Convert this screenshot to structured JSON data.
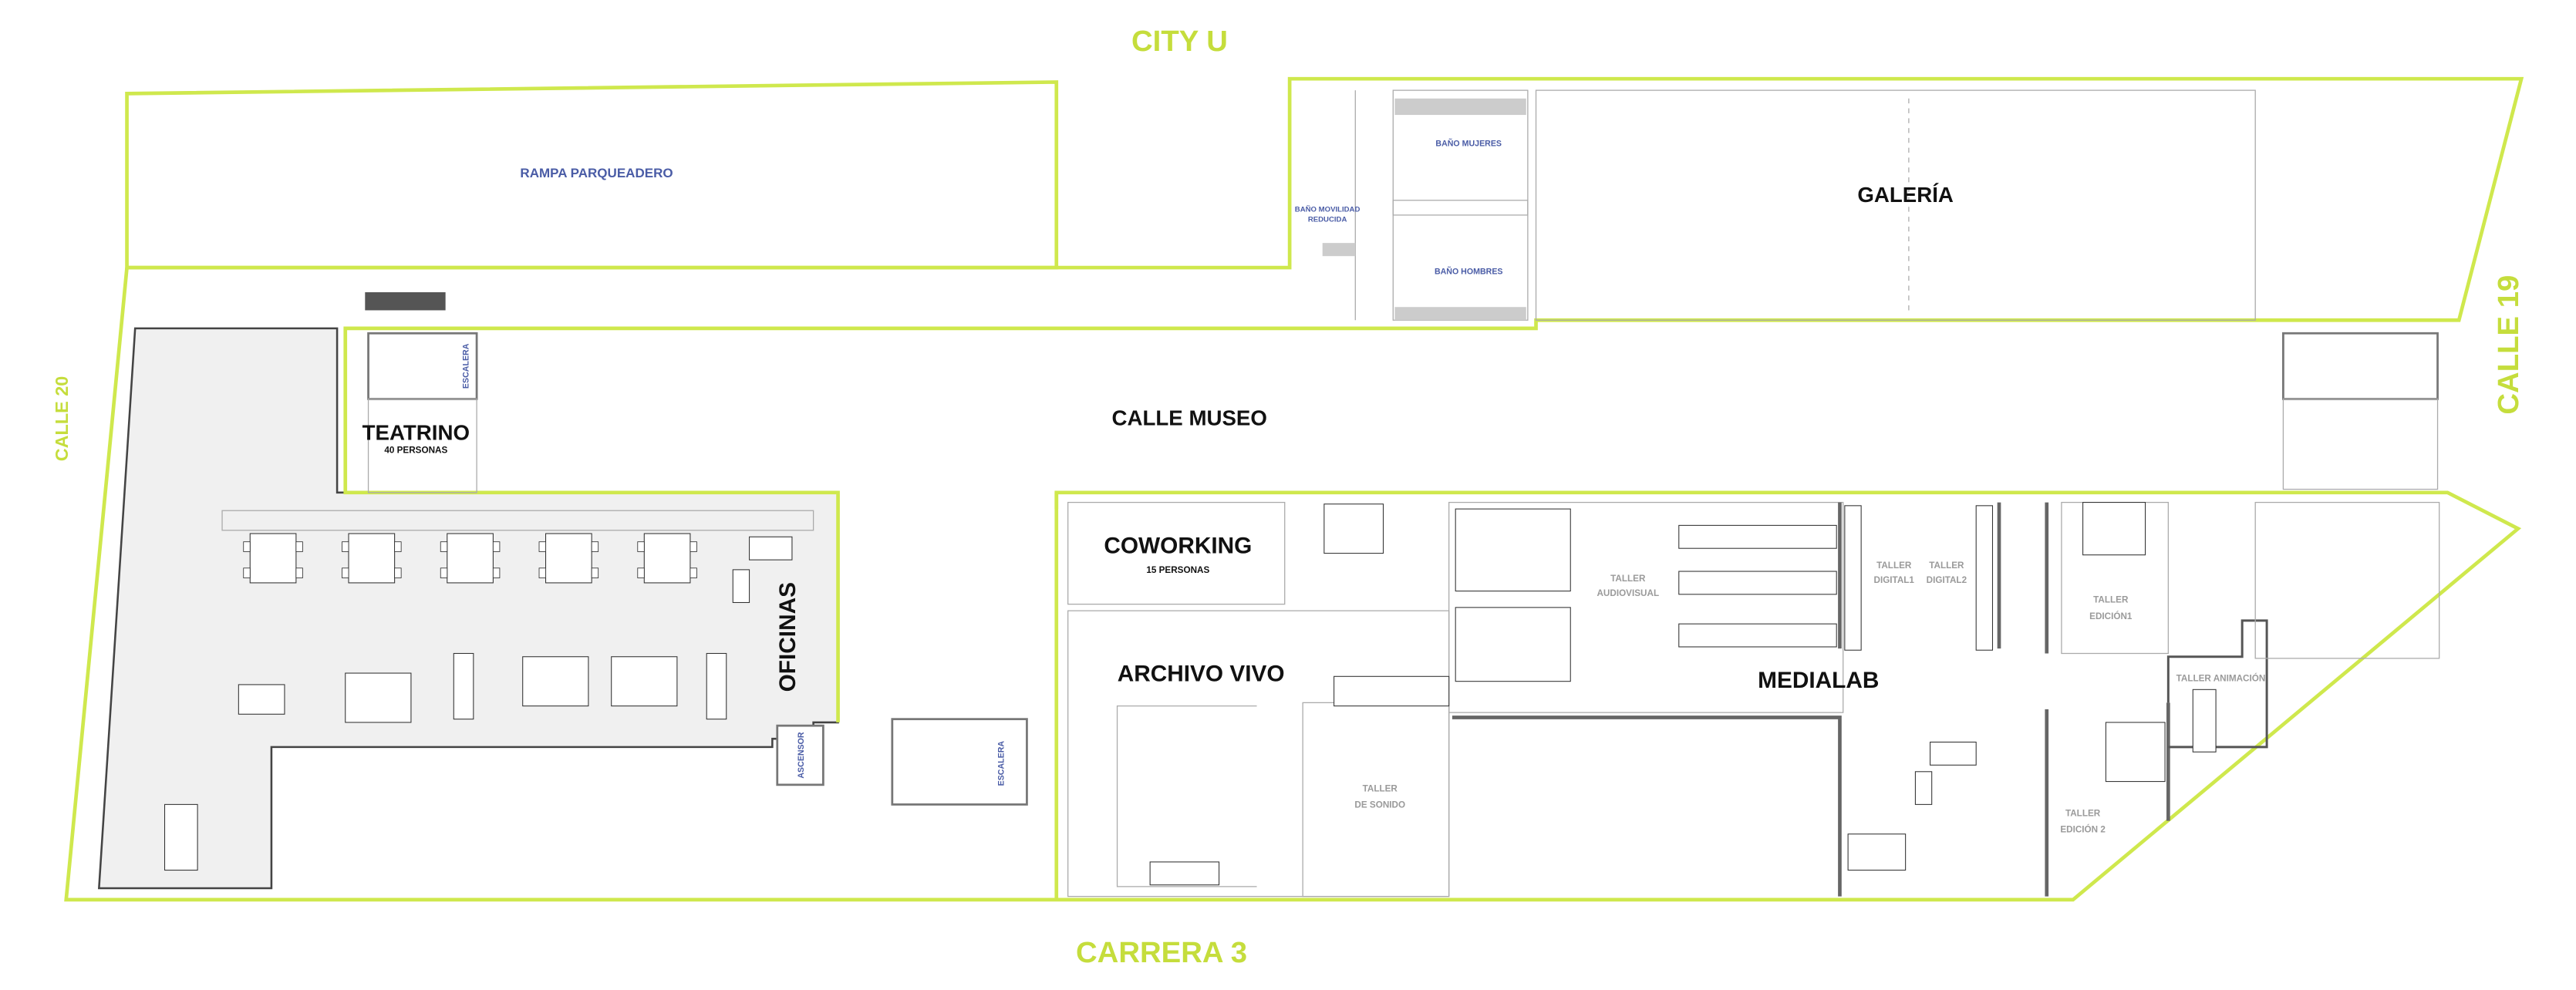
{
  "streets": {
    "north": "CITY U",
    "south": "CARRERA 3",
    "west": "CALLE 20",
    "east": "CALLE 19"
  },
  "areas": {
    "rampa": "RAMPA PARQUEADERO",
    "bano_mujeres": "BAÑO MUJERES",
    "bano_hombres": "BAÑO HOMBRES",
    "bano_movilidad_1": "BAÑO MOVILIDAD",
    "bano_movilidad_2": "REDUCIDA",
    "galeria": "GALERÍA",
    "calle_museo": "CALLE MUSEO",
    "teatrino": "TEATRINO",
    "teatrino_cap": "40 PERSONAS",
    "escalera": "ESCALERA",
    "oficinas": "OFICINAS",
    "ascensor": "ASCENSOR",
    "coworking": "COWORKING",
    "coworking_cap": "15 PERSONAS",
    "archivo_vivo": "ARCHIVO VIVO",
    "taller_sonido_1": "TALLER",
    "taller_sonido_2": "DE SONIDO",
    "taller_audiovisual_1": "TALLER",
    "taller_audiovisual_2": "AUDIOVISUAL",
    "taller_digital1_1": "TALLER",
    "taller_digital1_2": "DIGITAL1",
    "taller_digital2_1": "TALLER",
    "taller_digital2_2": "DIGITAL2",
    "taller_edicion1_1": "TALLER",
    "taller_edicion1_2": "EDICIÓN1",
    "medialab": "MEDIALAB",
    "taller_animacion": "TALLER ANIMACIÓN",
    "taller_edicion2_1": "TALLER",
    "taller_edicion2_2": "EDICIÓN 2"
  },
  "colors": {
    "street_green": "#cfe84d",
    "label_blue": "#4a5ca6",
    "office_gray": "#f0f0f0"
  }
}
